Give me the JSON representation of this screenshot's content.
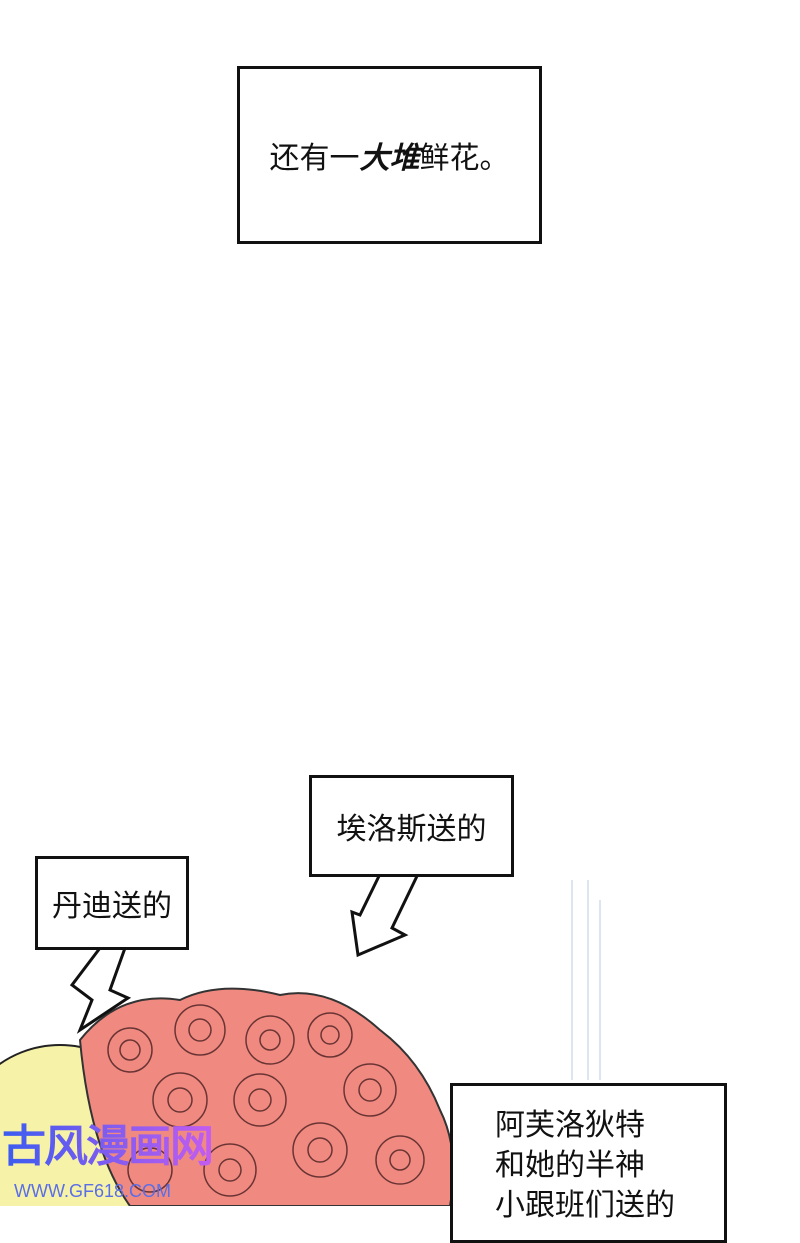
{
  "caption": {
    "pre": "还有一",
    "bold": "大堆",
    "post": "鲜花。"
  },
  "bubbles": {
    "dandi": "丹迪送的",
    "eros": "埃洛斯送的",
    "aphrodite": [
      "阿芙洛狄特",
      "和她的半神",
      "小跟班们送的"
    ]
  },
  "watermark": {
    "title": "古风漫画网",
    "url": "WWW.GF618.COM"
  },
  "colors": {
    "rose": "#f08a80",
    "yellow": "#f6f3a8"
  }
}
